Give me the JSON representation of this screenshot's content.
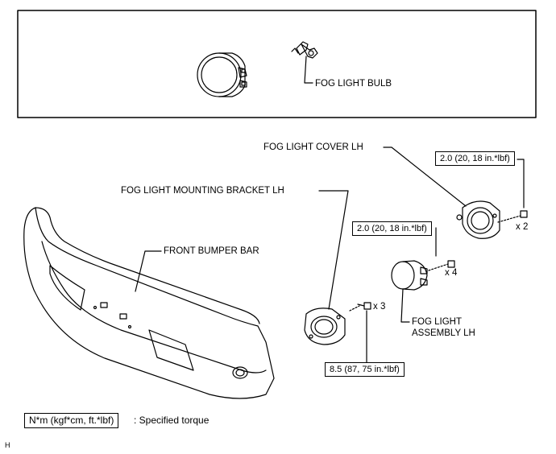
{
  "labels": {
    "fog_light_bulb": "FOG LIGHT BULB",
    "fog_light_cover": "FOG LIGHT COVER LH",
    "mounting_bracket": "FOG LIGHT MOUNTING BRACKET LH",
    "front_bumper_bar": "FRONT BUMPER BAR",
    "fog_light_assembly_line1": "FOG LIGHT",
    "fog_light_assembly_line2": "ASSEMBLY LH"
  },
  "torques": {
    "cover": "2.0 (20, 18 in.*lbf)",
    "assembly": "2.0 (20, 18 in.*lbf)",
    "bracket": "8.5 (87, 75 in.*lbf)"
  },
  "quantities": {
    "cover": "x 2",
    "assembly": "x 4",
    "bracket": "x 3"
  },
  "legend": {
    "unit_box": "N*m (kgf*cm, ft.*lbf)",
    "description": ": Specified torque"
  },
  "corner_code": "H"
}
